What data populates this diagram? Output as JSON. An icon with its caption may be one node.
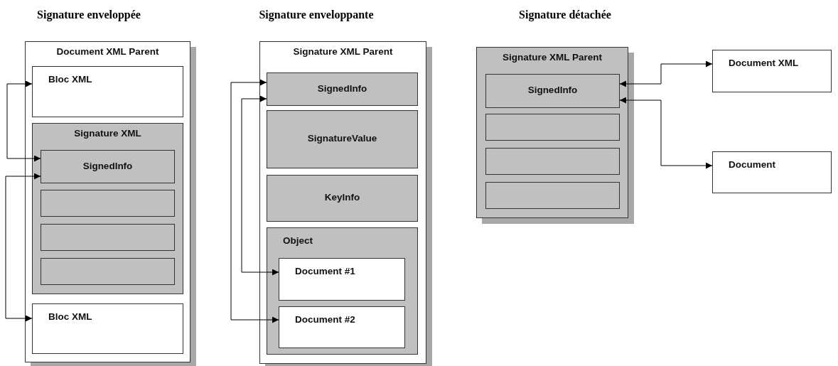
{
  "diagram": {
    "nodes": [
      {
        "text": [
          "Document XML Parent"
        ]
      },
      {
        "text": [
          "Bloc XML"
        ],
        "in": 0
      },
      {
        "text": [
          "Signature XML"
        ],
        "in": 0
      },
      {
        "text": [
          "SignedInfo"
        ],
        "in": 2
      },
      {
        "text": [],
        "shape": "box",
        "in": 2
      },
      {
        "text": [],
        "shape": "box",
        "in": 2
      },
      {
        "text": [],
        "shape": "box",
        "in": 2
      },
      {
        "text": [
          "Bloc XML"
        ],
        "in": 0
      },
      {
        "text": [
          "Signature XML Parent"
        ]
      },
      {
        "text": [
          "SignedInfo"
        ],
        "in": 8
      },
      {
        "text": [
          "SignatureValue"
        ],
        "in": 8
      },
      {
        "text": [
          "KeyInfo"
        ],
        "in": 8
      },
      {
        "text": [
          "Object"
        ],
        "in": 8
      },
      {
        "text": [
          "Document #1"
        ],
        "in": 12
      },
      {
        "text": [
          "Document #2"
        ],
        "in": 12
      },
      {
        "text": [
          "Signature XML Parent"
        ]
      },
      {
        "text": [
          "SignedInfo"
        ],
        "in": 15
      },
      {
        "text": [],
        "shape": "box",
        "in": 15
      },
      {
        "text": [],
        "shape": "box",
        "in": 15
      },
      {
        "text": [],
        "shape": "box",
        "in": 15
      },
      {
        "text": [
          "Document XML"
        ]
      },
      {
        "text": [
          "Document"
        ]
      }
    ],
    "edges": [
      {
        "from": 1,
        "to": 3,
        "arrow": "both"
      },
      {
        "from": 3,
        "to": 7,
        "arrow": "both"
      },
      {
        "from": 9,
        "to": 14,
        "arrow": "both"
      },
      {
        "from": 9,
        "to": 13,
        "arrow": "both"
      },
      {
        "from": 16,
        "to": 20,
        "arrow": "both"
      },
      {
        "from": 16,
        "to": 21,
        "arrow": "both"
      }
    ],
    "labels": [
      "Signature enveloppée",
      "Signature enveloppante",
      "Signature détachée"
    ]
  }
}
